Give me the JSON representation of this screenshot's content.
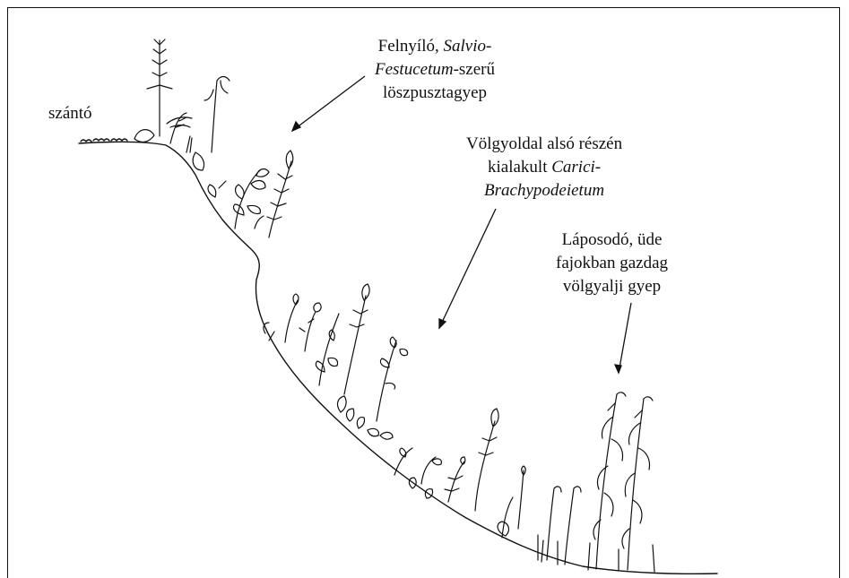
{
  "labels": {
    "field": "szántó",
    "top": {
      "line1_pre": "Felnyíló, ",
      "line1_italic": "Salvio-",
      "line2_italic": "Festucetum",
      "line2_post": "-szerű",
      "line3": "löszpusztagyep"
    },
    "middle": {
      "line1": "Völgyoldal alsó részén",
      "line2_pre": "kialakult ",
      "line2_italic": "Carici-",
      "line3_italic": "Brachypodeietum"
    },
    "bottom": {
      "line1": "Láposodó, üde",
      "line2": "fajokban gazdag",
      "line3": "völgyalji gyep"
    }
  },
  "colors": {
    "ink": "#111111",
    "background": "#ffffff"
  }
}
